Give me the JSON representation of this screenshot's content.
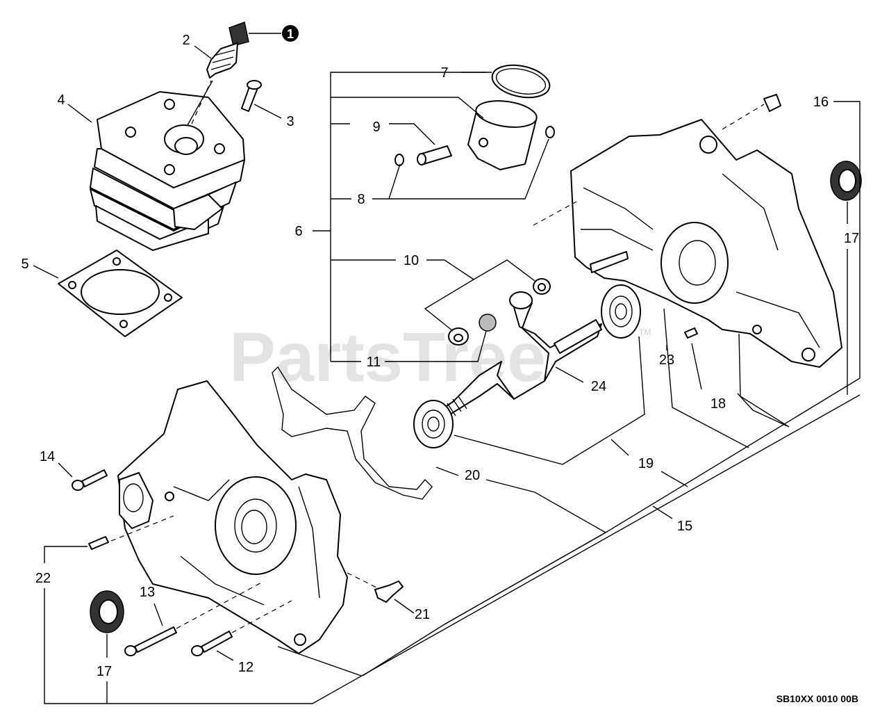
{
  "watermark": {
    "text": "PartsTree",
    "trademark": "TM"
  },
  "drawing_code": "SB10XX 0010 00B",
  "callouts": {
    "c1": "1",
    "c2": "2",
    "c3": "3",
    "c4": "4",
    "c5": "5",
    "c6": "6",
    "c7": "7",
    "c8": "8",
    "c9": "9",
    "c10": "10",
    "c11": "11",
    "c12": "12",
    "c13": "13",
    "c14": "14",
    "c15": "15",
    "c16": "16",
    "c17a": "17",
    "c17b": "17",
    "c18": "18",
    "c19": "19",
    "c20": "20",
    "c21": "21",
    "c22": "22",
    "c23": "23",
    "c24": "24"
  },
  "colors": {
    "line": "#000000",
    "background": "#ffffff",
    "watermark": "#e3e3e3"
  }
}
